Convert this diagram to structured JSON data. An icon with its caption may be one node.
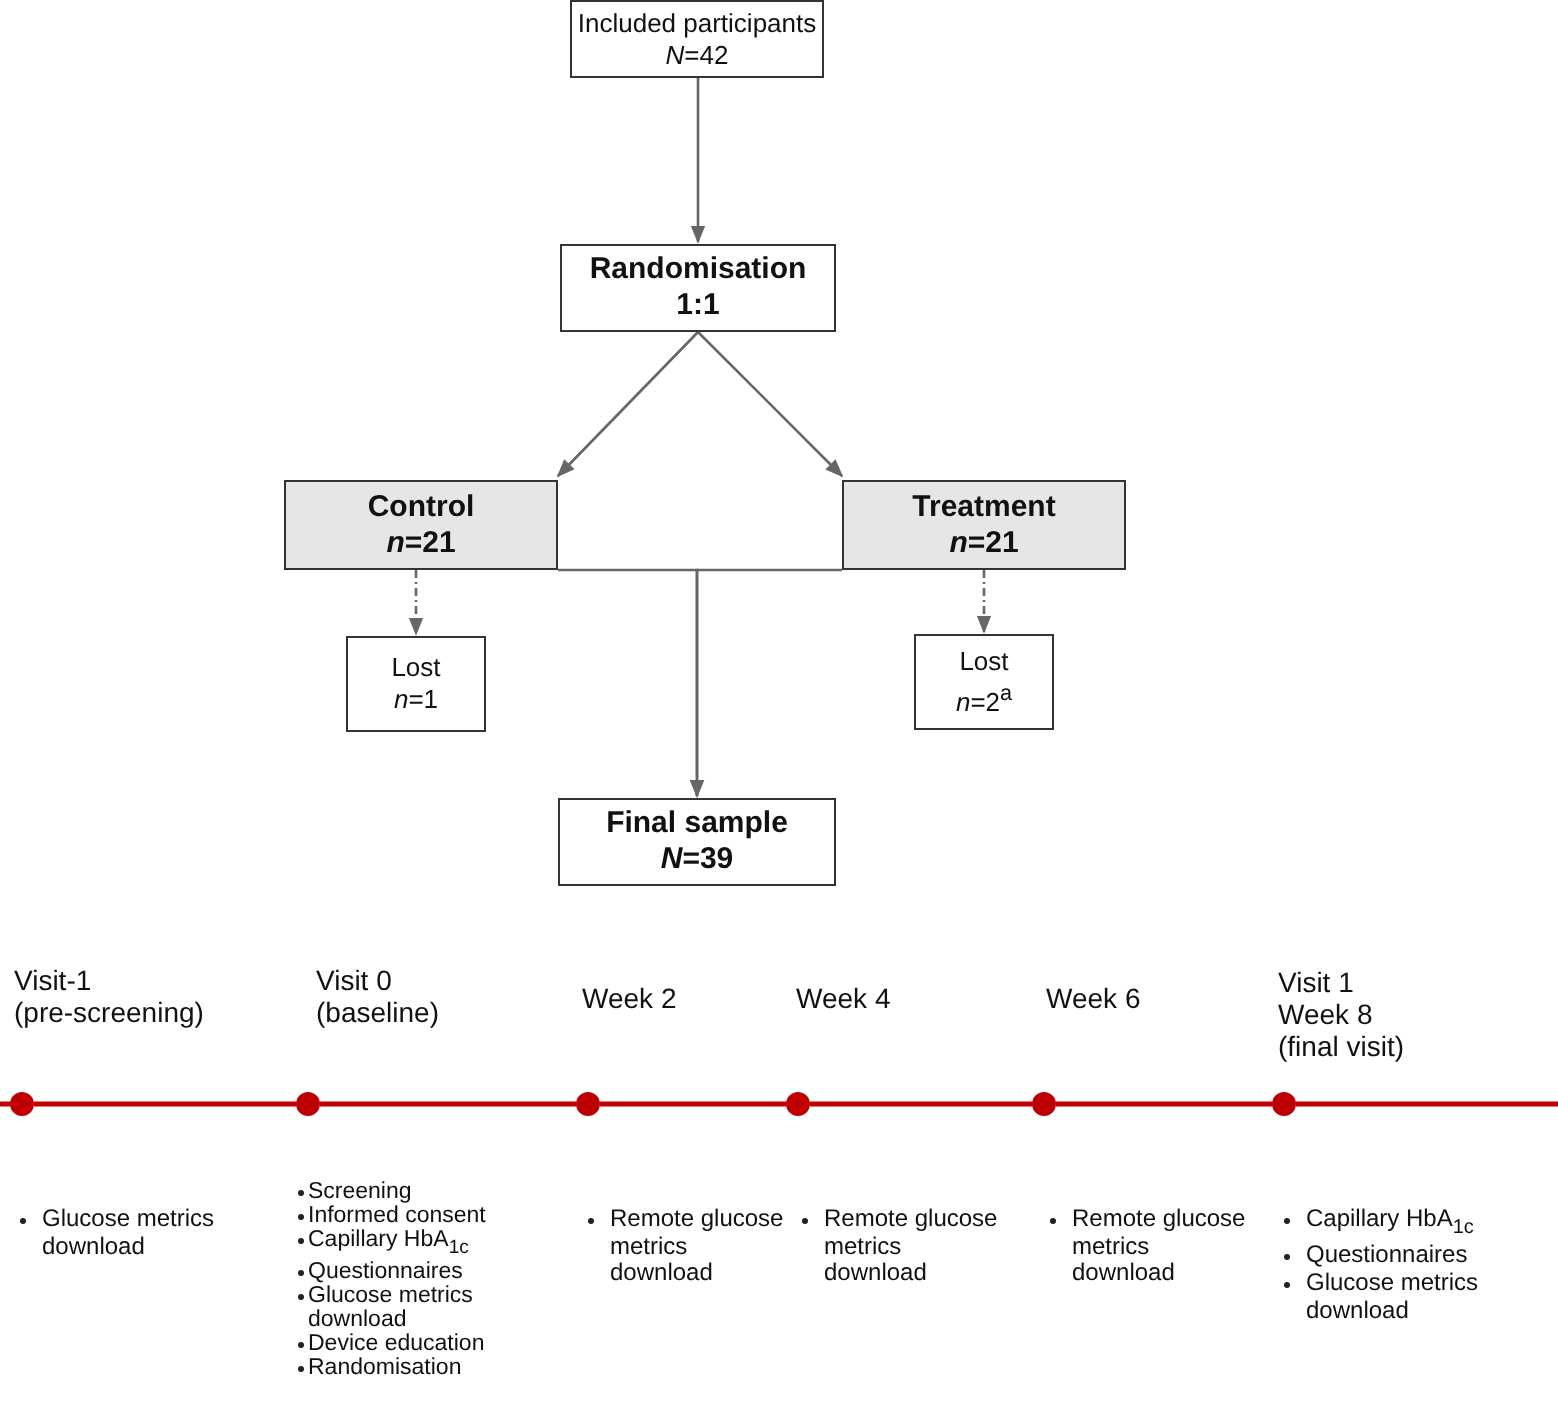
{
  "diagram": {
    "nodes": [
      {
        "text": [
          "Included participants",
          "*N*=42"
        ]
      },
      {
        "text": [
          "Randomisation",
          "1:1"
        ]
      },
      {
        "text": [
          "Control",
          "*n*=21"
        ]
      },
      {
        "text": [
          "Treatment",
          "*n*=21"
        ]
      },
      {
        "text": [
          "Lost",
          "*n*=1"
        ]
      },
      {
        "text": [
          "Lost",
          "*n*=2$^{a}$"
        ]
      },
      {
        "text": [
          "Final sample",
          "*N*=39"
        ]
      },
      {
        "text": [],
        "shape": "circle",
        "beside": [
          "Visit-1 (pre-screening)",
          "Glucose metrics download"
        ]
      },
      {
        "text": [],
        "shape": "circle",
        "beside": [
          "Visit 0 (baseline)",
          "Screening",
          "Informed consent",
          "Capillary HbA$_{1c}$",
          "Questionnaires",
          "Glucose metrics download",
          "Device education",
          "Randomisation"
        ]
      },
      {
        "text": [],
        "shape": "circle",
        "beside": [
          "Week 2",
          "Remote glucose metrics download"
        ]
      },
      {
        "text": [],
        "shape": "circle",
        "beside": [
          "Week 4",
          "Remote glucose metrics download"
        ]
      },
      {
        "text": [],
        "shape": "circle",
        "beside": [
          "Week 6",
          "Remote glucose metrics download"
        ]
      },
      {
        "text": [],
        "shape": "circle",
        "beside": [
          "Visit 1 Week 8 (final visit)",
          "Capillary HbA$_{1c}$",
          "Questionnaires",
          "Glucose metrics download"
        ]
      }
    ],
    "edges": [
      {
        "from": 0,
        "to": 1,
        "arrow": "to"
      },
      {
        "from": 1,
        "to": 2,
        "arrow": "to"
      },
      {
        "from": 1,
        "to": 3,
        "arrow": "to"
      },
      {
        "from": 2,
        "to": 4,
        "arrow": "to",
        "style": "dashed"
      },
      {
        "from": 3,
        "to": 5,
        "arrow": "to",
        "style": "dashed"
      },
      {
        "from": 2,
        "to": 6,
        "arrow": "to"
      },
      {
        "from": 3,
        "to": 6,
        "arrow": "to"
      },
      {
        "from": null,
        "to": 7,
        "arrow": "none",
        "color": "#c00000"
      },
      {
        "from": 7,
        "to": 8,
        "arrow": "none",
        "color": "#c00000"
      },
      {
        "from": 8,
        "to": 9,
        "arrow": "none",
        "color": "#c00000"
      },
      {
        "from": 9,
        "to": 10,
        "arrow": "none",
        "color": "#c00000"
      },
      {
        "from": 10,
        "to": 11,
        "arrow": "none",
        "color": "#c00000"
      },
      {
        "from": 11,
        "to": 12,
        "arrow": "none",
        "color": "#c00000"
      },
      {
        "from": 12,
        "to": null,
        "arrow": "none",
        "color": "#c00000"
      }
    ]
  }
}
